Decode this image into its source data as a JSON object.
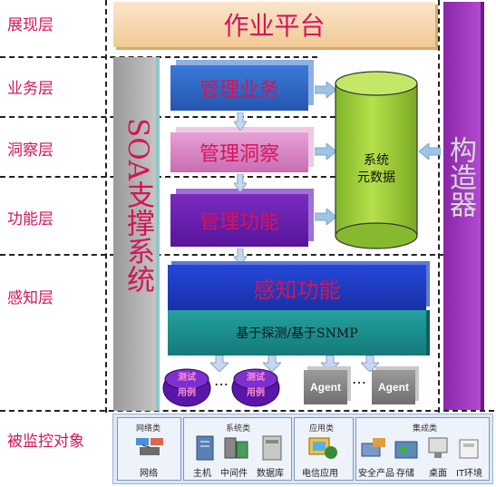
{
  "layers": {
    "presentation": "展现层",
    "business": "业务层",
    "insight": "洞察层",
    "function": "功能层",
    "perception": "感知层",
    "monitored": "被监控对象"
  },
  "blocks": {
    "work_platform": "作业平台",
    "manage_business": "管理业务",
    "manage_insight": "管理洞察",
    "manage_function": "管理功能",
    "perception_function": "感知功能",
    "probe_snmp": "基于探测/基于SNMP",
    "soa_support": "SOA支撑系统",
    "constructor": "构造器",
    "metadata_line1": "系统",
    "metadata_line2": "元数据"
  },
  "probes": {
    "test_case_1_line1": "测试",
    "test_case_1_line2": "用例",
    "test_case_2_line1": "测试",
    "test_case_2_line2": "用例",
    "ellipsis_1": "…",
    "agent_1": "Agent",
    "ellipsis_2": "…",
    "agent_2": "Agent"
  },
  "monitored": {
    "network_group": "网络类",
    "network_item": "网络",
    "system_group": "系统类",
    "host_item": "主机",
    "middleware_item": "中间件",
    "database_item": "数据库",
    "app_group": "应用类",
    "telecom_app_item": "电信应用",
    "integration_group": "集成类",
    "security_item": "安全产品",
    "storage_item": "存储",
    "desktop_item": "桌面",
    "it_env_item": "IT环境"
  },
  "colors": {
    "label": "#d4145a",
    "platform": "#f5d5a8",
    "soa": "#a9a9a9",
    "constructor": "#9b30b8",
    "business": "#2e68c8",
    "insight": "#d87fc2",
    "function": "#6a1fae",
    "perception": "#1f3ec8",
    "probe": "#1e8f8f",
    "cylinder": "#9acd32"
  }
}
